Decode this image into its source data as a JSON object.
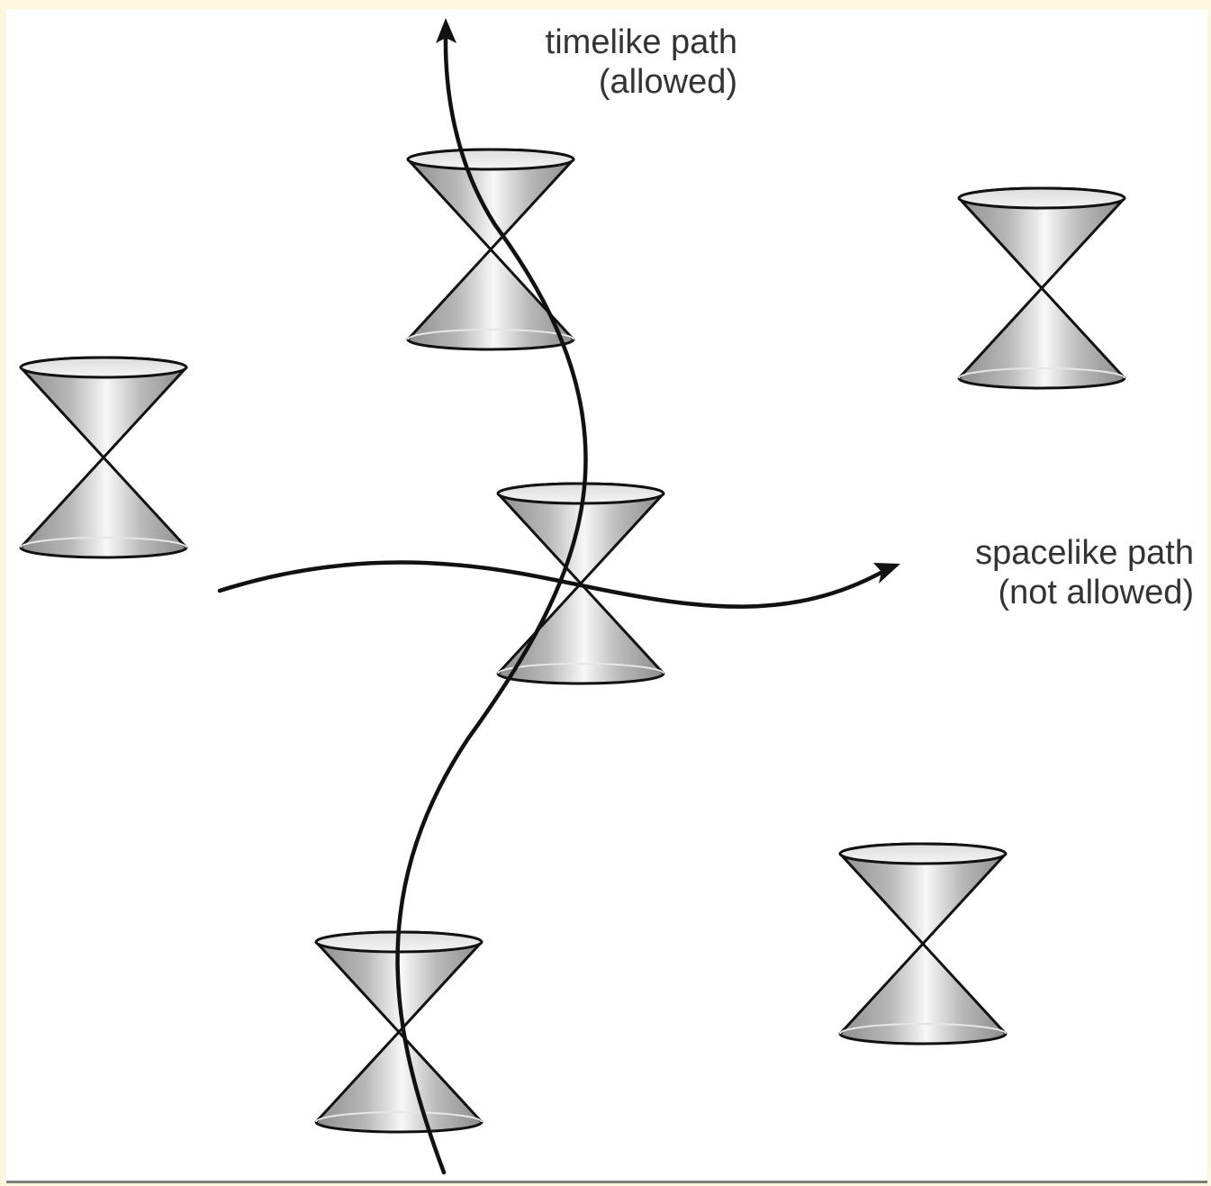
{
  "colors": {
    "background": "#fbf6dc",
    "panel": "#ffffff",
    "ink": "#111111",
    "cone_dark": "#8e8e8e",
    "cone_light": "#f7f7f7"
  },
  "labels": {
    "timelike": {
      "line1": "timelike path",
      "line2": "(allowed)"
    },
    "spacelike": {
      "line1": "spacelike path",
      "line2": "(not allowed)"
    }
  },
  "light_cones": [
    {
      "id": "cone-top-center"
    },
    {
      "id": "cone-top-right"
    },
    {
      "id": "cone-left"
    },
    {
      "id": "cone-center"
    },
    {
      "id": "cone-bottom-left"
    },
    {
      "id": "cone-bottom-right"
    }
  ],
  "paths": [
    {
      "id": "timelike-path",
      "arrow": "up"
    },
    {
      "id": "spacelike-path",
      "arrow": "right"
    }
  ]
}
